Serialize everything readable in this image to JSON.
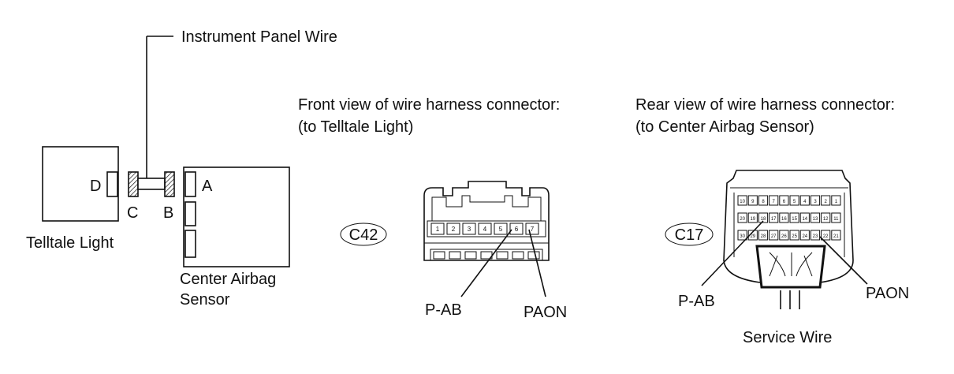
{
  "wiring": {
    "instrument_panel_wire": "Instrument Panel Wire",
    "telltale_light": "Telltale Light",
    "center_airbag_sensor_line1": "Center Airbag",
    "center_airbag_sensor_line2": "Sensor",
    "connector_d": "D",
    "connector_c": "C",
    "connector_b": "B",
    "connector_a": "A"
  },
  "front_view": {
    "title_line1": "Front view of wire harness connector:",
    "title_line2": "(to Telltale Light)",
    "connector_id": "C42",
    "pins": [
      "1",
      "2",
      "3",
      "4",
      "5",
      "6",
      "7"
    ],
    "label_left": "P-AB",
    "label_right": "PAON"
  },
  "rear_view": {
    "title_line1": "Rear view of wire harness connector:",
    "title_line2": "(to Center Airbag Sensor)",
    "connector_id": "C17",
    "row1": [
      "10",
      "9",
      "8",
      "7",
      "6",
      "5",
      "4",
      "3",
      "2",
      "1"
    ],
    "row2": [
      "20",
      "19",
      "18",
      "17",
      "16",
      "15",
      "14",
      "13",
      "12",
      "11"
    ],
    "row3": [
      "30",
      "29",
      "28",
      "27",
      "26",
      "25",
      "24",
      "23",
      "22",
      "21"
    ],
    "label_left": "P-AB",
    "label_right": "PAON",
    "service_wire": "Service Wire"
  }
}
